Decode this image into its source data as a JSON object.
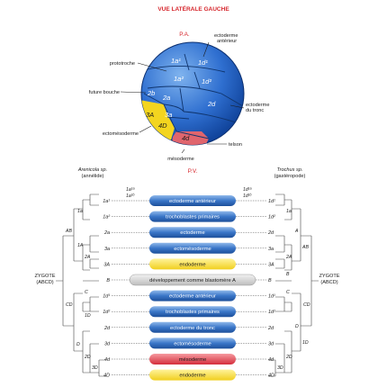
{
  "title": "VUE LATÉRALE GAUCHE",
  "sphere": {
    "pa": "P.A.",
    "cells": {
      "1a1": "1a¹",
      "1d1": "1d¹",
      "1a2": "1a²",
      "1d2": "1d²",
      "2b": "2b",
      "2a": "2a",
      "2d": "2d",
      "3a": "3a",
      "3A": "3A",
      "4D": "4D",
      "4d": "4d"
    },
    "labels": {
      "ectoderme_anterieur": "ectoderme antérieur",
      "prototroche": "prototroche",
      "future_bouche": "future bouche",
      "ectoderme_du_tronc": "ectoderme du tronc",
      "ectomesoderme": "ectomésoderme",
      "telson": "telson",
      "mesoderme": "mésoderme"
    }
  },
  "lineage": {
    "pv": "P.V.",
    "left_species": "Arenicola sp.",
    "left_group": "(annélide)",
    "right_species": "Trochus sp.",
    "right_group": "(gastéropode)",
    "zygote": "ZYGOTE",
    "abcd": "(ABCD)",
    "rows": [
      {
        "label": "ectoderme antérieur",
        "color": "blue",
        "left": "1a¹",
        "right": "1d¹"
      },
      {
        "label": "trochoblastes primaires",
        "color": "blue",
        "left": "1a²",
        "right": "1d²"
      },
      {
        "label": "ectoderme",
        "color": "blue",
        "left": "2a",
        "right": "2d"
      },
      {
        "label": "ectomésoderme",
        "color": "blue",
        "left": "3a",
        "right": "3a"
      },
      {
        "label": "endoderme",
        "color": "yellow",
        "left": "3A",
        "right": "3A"
      },
      {
        "label": "développement comme blastomère A",
        "color": "gray",
        "left": "B",
        "right": "B"
      },
      {
        "label": "ectoderme antérieur",
        "color": "blue",
        "left": "1d¹",
        "right": "1d¹"
      },
      {
        "label": "trochoblastes primaires",
        "color": "blue",
        "left": "1d²",
        "right": "1d²"
      },
      {
        "label": "ectoderme du tronc",
        "color": "blue",
        "left": "2d",
        "right": "2d"
      },
      {
        "label": "ectomésoderme",
        "color": "blue",
        "left": "3d",
        "right": "3d"
      },
      {
        "label": "mésoderme",
        "color": "red",
        "left": "4d",
        "right": "4d"
      },
      {
        "label": "endoderme",
        "color": "yellow",
        "left": "4D",
        "right": "4D"
      }
    ],
    "tree": {
      "a_top": [
        "1a¹ᵃ",
        "1a¹ᵇ"
      ],
      "d_top": [
        "1d¹ᵃ",
        "1d¹ᵇ"
      ],
      "left_nodes": [
        "1a",
        "1A",
        "2A",
        "AB",
        "C",
        "CD",
        "1D",
        "2D",
        "3D",
        "D"
      ],
      "right_nodes": [
        "1a",
        "A",
        "2A",
        "AB",
        "B",
        "C",
        "CD",
        "1D",
        "2D",
        "3D",
        "D"
      ]
    }
  }
}
